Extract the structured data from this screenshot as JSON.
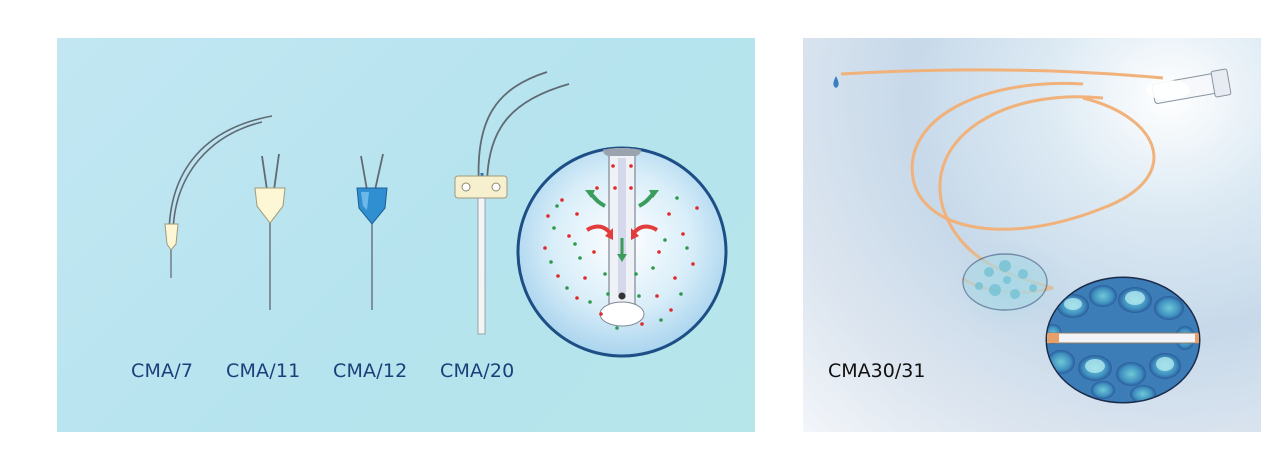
{
  "left_panel": {
    "probes": [
      {
        "label": "CMA/7"
      },
      {
        "label": "CMA/11"
      },
      {
        "label": "CMA/12"
      },
      {
        "label": "CMA/20"
      }
    ],
    "colors": {
      "background": "#bde6f0",
      "label": "#1c3f7a",
      "probe_body": "#fdf7d6",
      "probe_blue": "#2f8fd0",
      "red_dots": "#e02a2a",
      "green_dots": "#2e9a4c"
    }
  },
  "right_panel": {
    "label": "CMA30/31",
    "colors": {
      "tubing": "#f0b27a",
      "label": "#111111"
    }
  }
}
